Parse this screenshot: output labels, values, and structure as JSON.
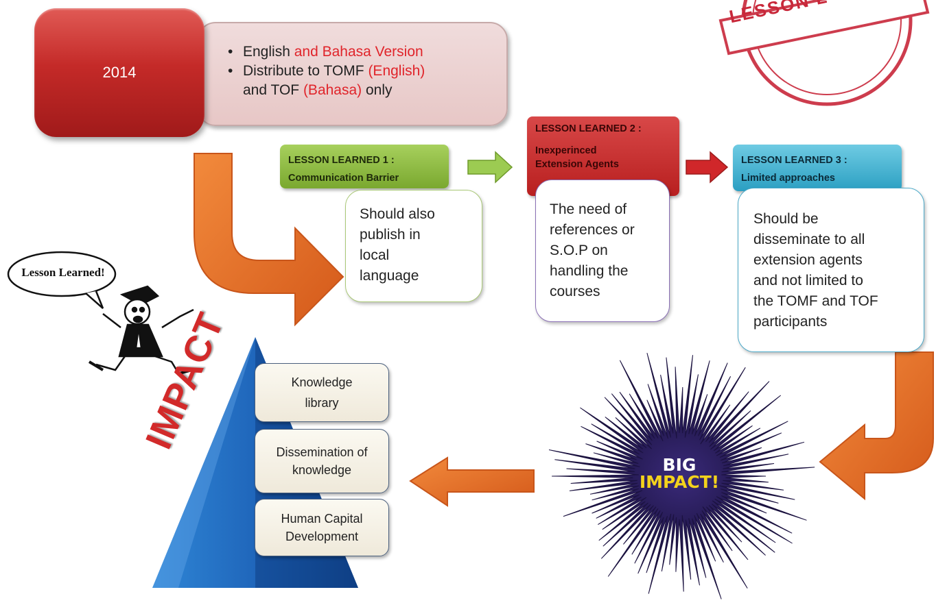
{
  "year_box": {
    "label": "2014"
  },
  "top_note": {
    "bullets": [
      {
        "black": "English ",
        "red": " and Bahasa Version"
      },
      {
        "black": "Distribute to TOMF ",
        "red": "(English)"
      }
    ],
    "line3_black_a": "and TOF ",
    "line3_red": "(Bahasa)",
    "line3_black_b": " only"
  },
  "lessons": [
    {
      "title": "LESSON LEARNED 1 :",
      "subtitle": "Communication Barrier",
      "body": [
        "Should also",
        "publish in",
        "local",
        "language"
      ]
    },
    {
      "title": "LESSON LEARNED 2 :",
      "subtitle_lines": [
        "Inexperinced",
        "Extension Agents"
      ],
      "body": [
        "The need of",
        "references or",
        "S.O.P on",
        "handling the",
        "courses"
      ]
    },
    {
      "title": "LESSON LEARNED 3 :",
      "subtitle": "Limited approaches",
      "body": [
        "Should be",
        "disseminate to all",
        "extension agents",
        "and not limited to",
        "the TOMF and TOF",
        "participants"
      ]
    }
  ],
  "speech_bubble": "Lesson Learned!",
  "stamp_text": "LESSON L",
  "burst": {
    "line1": "BIG",
    "line2": "IMPACT!"
  },
  "pyramid": {
    "label": "IMPACT",
    "tiers": [
      [
        "Knowledge",
        "library"
      ],
      [
        "Dissemination of",
        "knowledge"
      ],
      [
        "Human Capital",
        "Development"
      ]
    ]
  },
  "colors": {
    "red_box": "#c42a28",
    "orange_arrow": "#e2691f",
    "green": "#7aa82f",
    "red_lesson": "#b81f1f",
    "blue_lesson": "#2b9fc2",
    "pyramid_blue": "#1f5fb0",
    "impact_red": "#d22a2a"
  }
}
